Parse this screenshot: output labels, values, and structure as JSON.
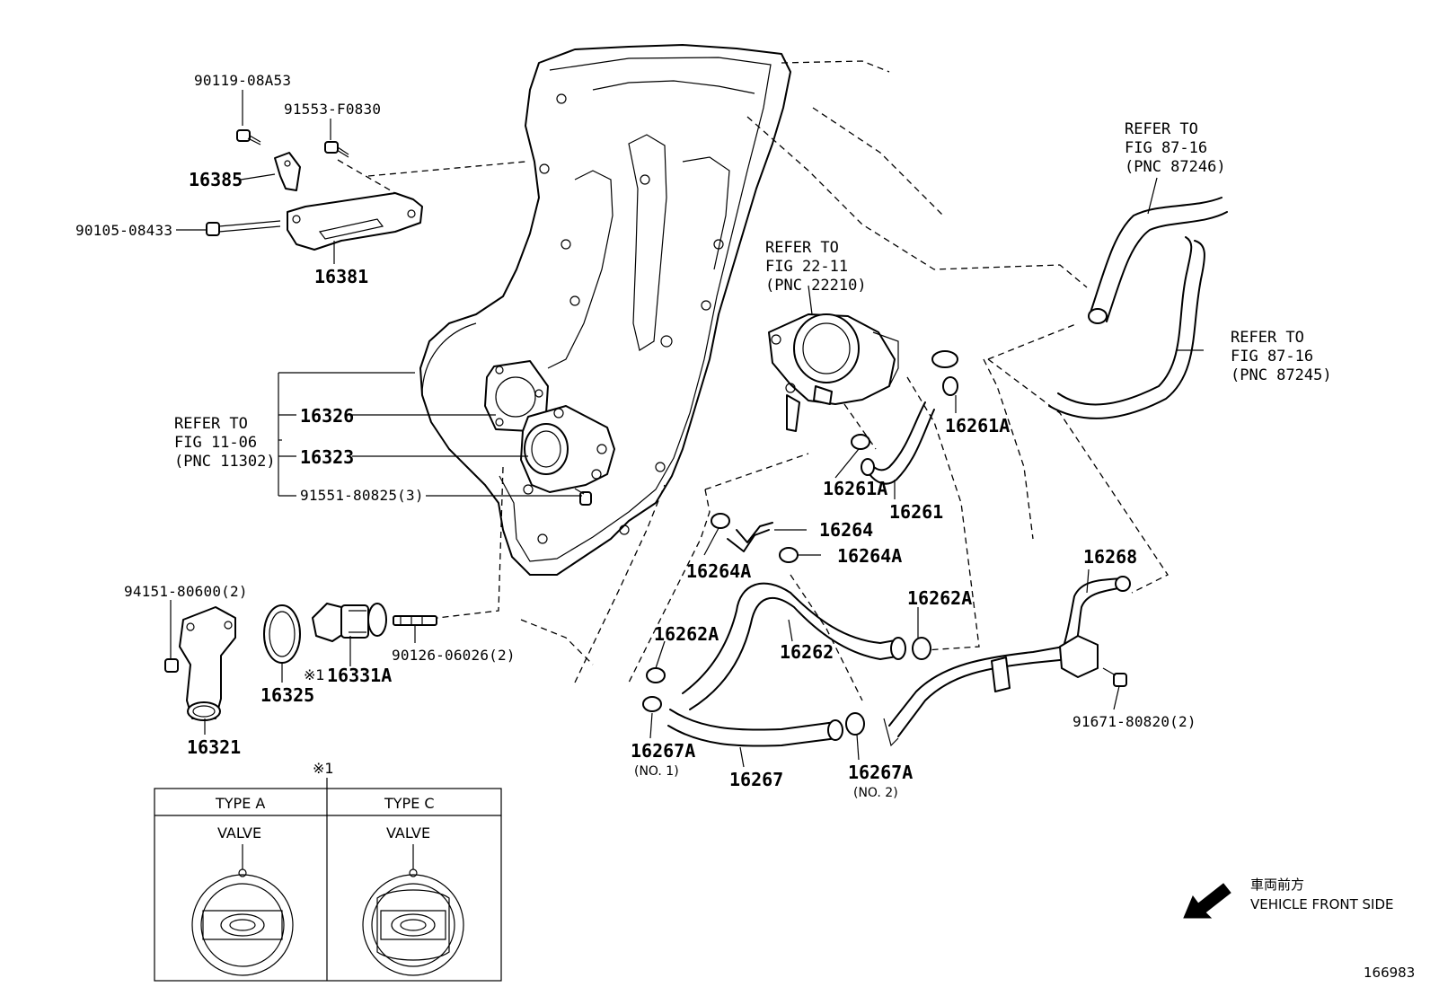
{
  "diagram_id": "166983",
  "part_numbers": {
    "p90119": "90119-08A53",
    "p91553": "91553-F0830",
    "p16385": "16385",
    "p90105": "90105-08433",
    "p16381": "16381",
    "p16326": "16326",
    "p16323": "16323",
    "p91551": "91551-80825(3)",
    "p94151": "94151-80600(2)",
    "p16325": "16325",
    "p16331a": "16331A",
    "p90126": "90126-06026(2)",
    "p16321": "16321",
    "p16261a_1": "16261A",
    "p16261a_2": "16261A",
    "p16261": "16261",
    "p16264": "16264",
    "p16264a_1": "16264A",
    "p16264a_2": "16264A",
    "p16262a_1": "16262A",
    "p16262a_2": "16262A",
    "p16262": "16262",
    "p16268": "16268",
    "p91671": "91671-80820(2)",
    "p16267a_1": "16267A",
    "p16267a_2": "16267A",
    "p16267": "16267"
  },
  "sublabels": {
    "no1": "(NO. 1)",
    "no2": "(NO. 2)",
    "mark": "※1",
    "mark_table": "※1"
  },
  "references": {
    "ref_87246": "REFER TO\nFIG 87-16\n(PNC 87246)",
    "ref_22210": "REFER TO\nFIG 22-11\n(PNC 22210)",
    "ref_87245": "REFER TO\nFIG 87-16\n(PNC 87245)",
    "ref_11302": "REFER TO\nFIG 11-06\n(PNC 11302)"
  },
  "table": {
    "col_a_header": "TYPE A",
    "col_c_header": "TYPE C",
    "col_a_label": "VALVE",
    "col_c_label": "VALVE"
  },
  "direction": {
    "japanese": "車両前方",
    "english": "VEHICLE FRONT SIDE"
  }
}
